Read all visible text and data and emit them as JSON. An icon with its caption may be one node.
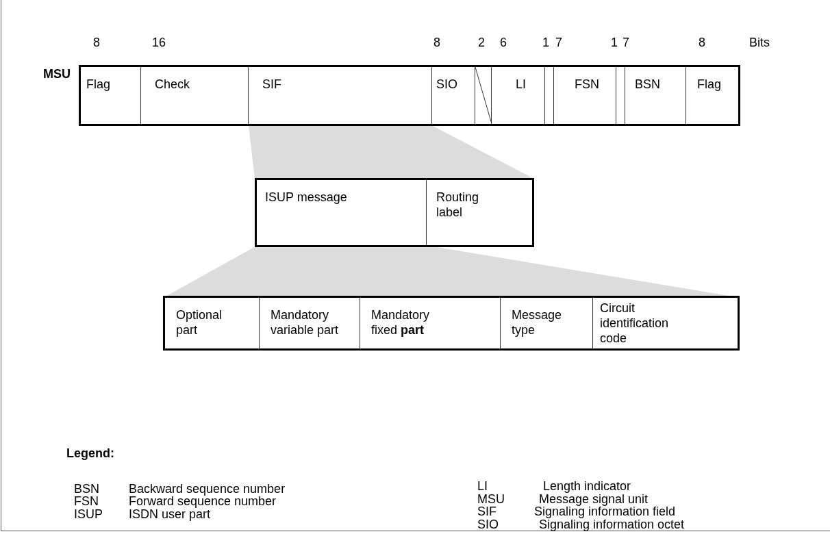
{
  "diagram": {
    "nodes": [
      {
        "text": [
          "Flag"
        ]
      },
      {
        "text": [
          "Check"
        ]
      },
      {
        "text": [
          "SIF"
        ]
      },
      {
        "text": [
          "SIO"
        ]
      },
      {
        "text": [],
        "shape": "box"
      },
      {
        "text": [
          "LI"
        ]
      },
      {
        "text": [],
        "shape": "box"
      },
      {
        "text": [
          "FSN"
        ]
      },
      {
        "text": [],
        "shape": "box"
      },
      {
        "text": [
          "BSN"
        ]
      },
      {
        "text": [
          "Flag"
        ]
      },
      {
        "text": [
          "ISUP message"
        ]
      },
      {
        "text": [
          "Routing label"
        ]
      },
      {
        "text": [
          "Optional part"
        ]
      },
      {
        "text": [
          "Mandatory variable part"
        ]
      },
      {
        "text": [
          "Mandatory fixed **part**"
        ]
      },
      {
        "text": [
          "Message type"
        ]
      },
      {
        "text": [
          "Circuit identification code"
        ]
      },
      {
        "text": [],
        "shape": "trapezoid"
      },
      {
        "text": [],
        "shape": "trapezoid"
      }
    ],
    "edges": [],
    "labels": [
      "8",
      "16",
      "8",
      "2",
      "6",
      "1",
      "7",
      "1",
      "7",
      "8",
      "Bits",
      "MSU",
      "Legend:",
      "BSN",
      "Backward sequence number",
      "LI",
      "Length indicator",
      "FSN",
      "Forward sequence number",
      "MSU",
      "Message signal unit",
      "ISUP",
      "ISDN user part",
      "SIF",
      "Signaling information field",
      "SIO",
      "Signaling information octet"
    ]
  }
}
